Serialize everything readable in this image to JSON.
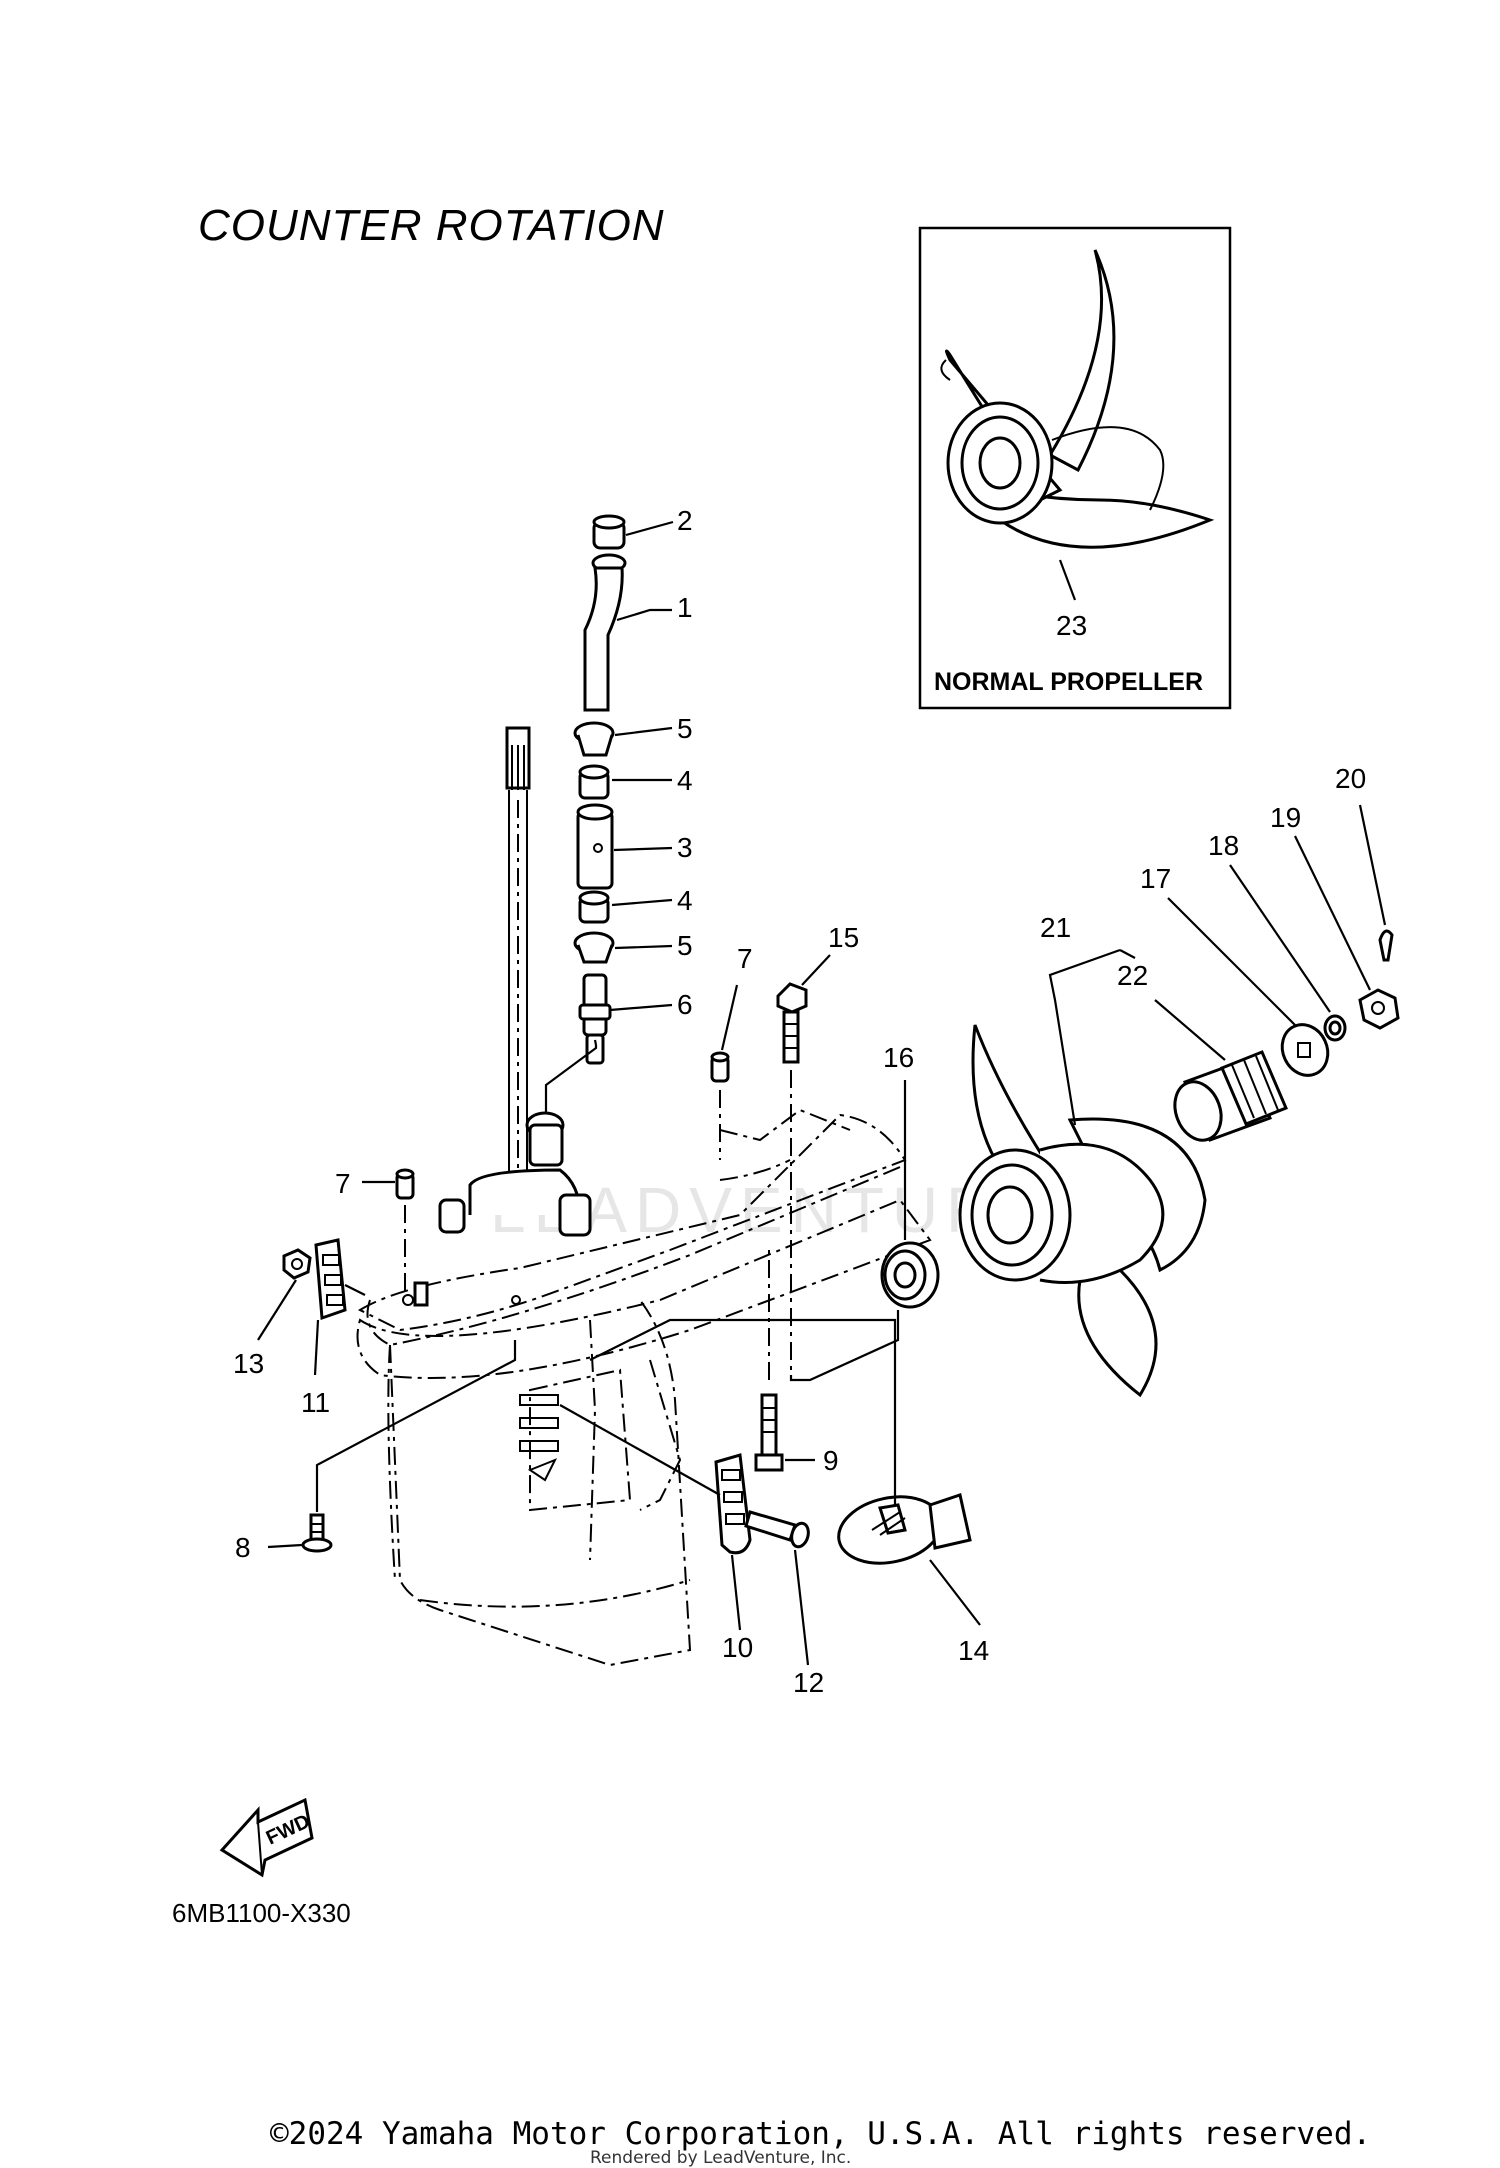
{
  "title": "COUNTER  ROTATION",
  "inset": {
    "caption": "NORMAL PROPELLER",
    "part_number": "23"
  },
  "callouts": {
    "c1": "1",
    "c2": "2",
    "c3": "3",
    "c4a": "4",
    "c4b": "4",
    "c5a": "5",
    "c5b": "5",
    "c6": "6",
    "c7a": "7",
    "c7b": "7",
    "c8": "8",
    "c9": "9",
    "c10": "10",
    "c11": "11",
    "c12": "12",
    "c13": "13",
    "c14": "14",
    "c15": "15",
    "c16": "16",
    "c17": "17",
    "c18": "18",
    "c19": "19",
    "c20": "20",
    "c21": "21",
    "c22": "22"
  },
  "fwd_label": "FWD",
  "diagram_code": "6MB1100-X330",
  "watermark": "LEADVENTURE",
  "copyright": "©2024 Yamaha Motor Corporation, U.S.A. All rights reserved.",
  "rendered_by": "Rendered by LeadVenture, Inc."
}
